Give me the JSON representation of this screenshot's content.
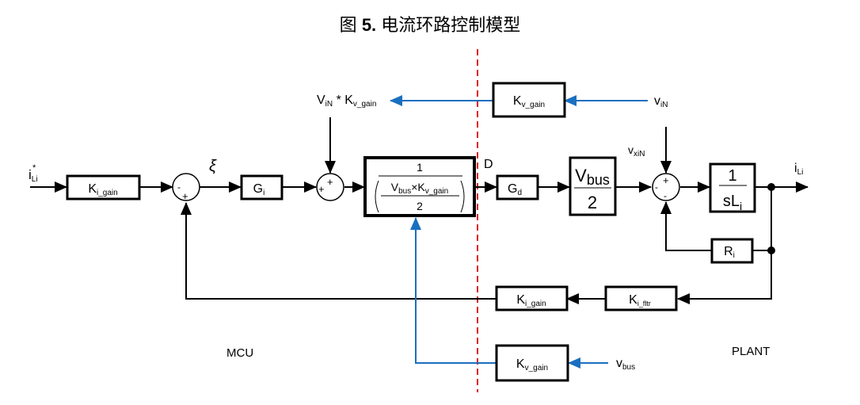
{
  "title": {
    "prefix": "图",
    "number": "5.",
    "text": "电流环路控制模型"
  },
  "regions": {
    "left": "MCU",
    "right": "PLANT"
  },
  "colors": {
    "signal": "#000000",
    "feedforward": "#1a6fbf",
    "boundary": "#e02020"
  },
  "signals": {
    "input": {
      "base": "i",
      "sub": "Li",
      "sup": "*"
    },
    "error": "ξ",
    "duty": "D",
    "vin_ff": {
      "base": "V",
      "sub": "iN",
      "mid": " * K",
      "sub2": "v_gain"
    },
    "vin": {
      "base": "v",
      "sub": "iN"
    },
    "vxin": {
      "base": "v",
      "sub": "xiN"
    },
    "output": {
      "base": "i",
      "sub": "Li"
    },
    "vbus": {
      "base": "v",
      "sub": "bus"
    }
  },
  "blocks": {
    "k_i_gain_in": {
      "base": "K",
      "sub": "i_gain"
    },
    "g_i": {
      "base": "G",
      "sub": "i"
    },
    "decouple": {
      "num": "1",
      "a": "V",
      "a_sub": "bus",
      "op": "×K",
      "b_sub": "v_gain",
      "den": "2"
    },
    "g_d": {
      "base": "G",
      "sub": "d"
    },
    "vbus_half": {
      "base": "V",
      "sub": "bus",
      "den": "2"
    },
    "plant_inductor": {
      "num": "1",
      "den": "sL",
      "den_sub": "i"
    },
    "r_i": {
      "base": "R",
      "sub": "i"
    },
    "k_v_gain_top": {
      "base": "K",
      "sub": "v_gain"
    },
    "k_i_gain_fb": {
      "base": "K",
      "sub": "i_gain"
    },
    "k_i_fltr": {
      "base": "K",
      "sub": "i_fltr"
    },
    "k_v_gain_bottom": {
      "base": "K",
      "sub": "v_gain"
    }
  },
  "summers": {
    "s1": {
      "left": "-",
      "bottom": "+"
    },
    "s2": {
      "top": "+",
      "left": "+"
    },
    "s3": {
      "top": "+",
      "left": "-",
      "bottom": "-"
    }
  }
}
